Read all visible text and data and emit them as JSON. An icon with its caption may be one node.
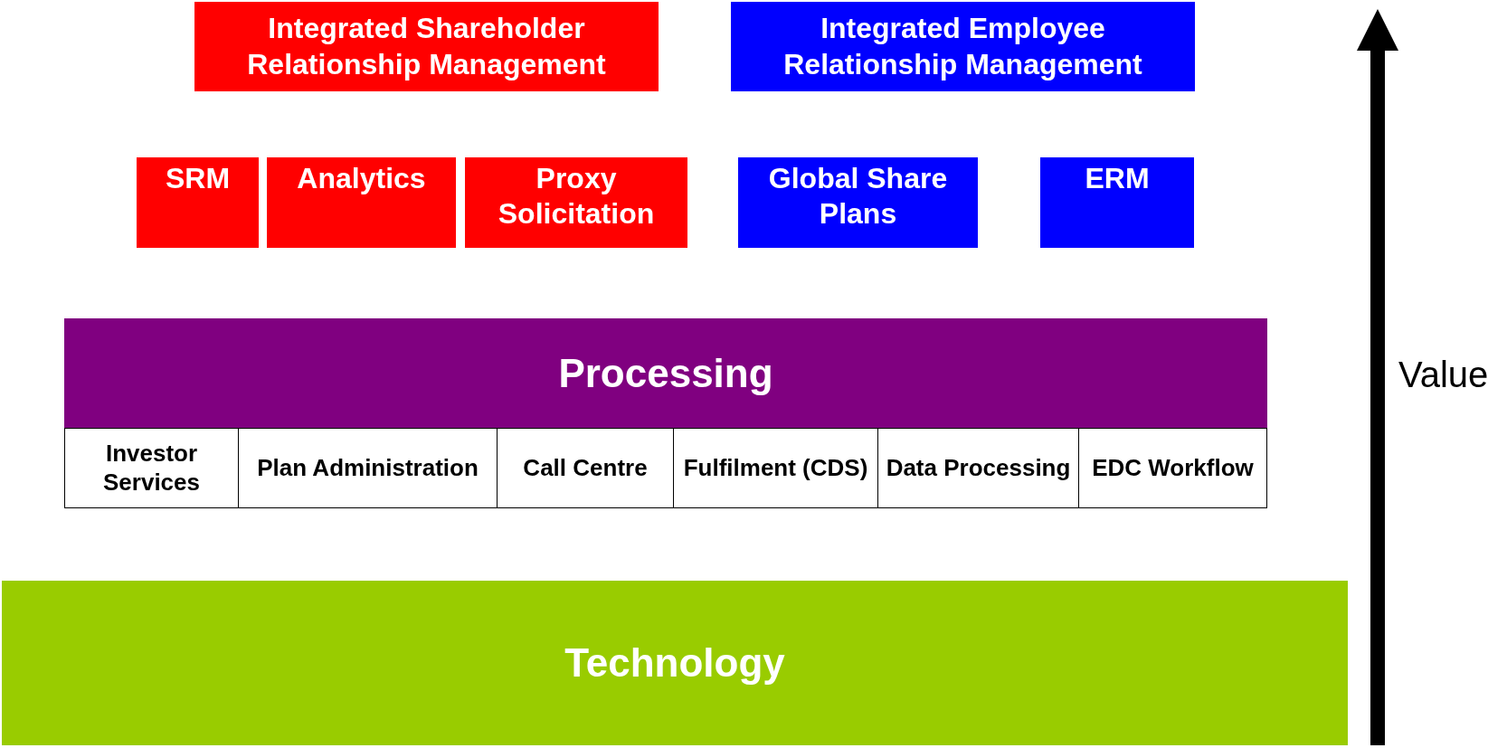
{
  "diagram": {
    "nodes": [
      {
        "text": [
          "Integrated Shareholder Relationship Management"
        ]
      },
      {
        "text": [
          "Integrated Employee Relationship Management"
        ]
      },
      {
        "text": [
          "SRM"
        ]
      },
      {
        "text": [
          "Analytics"
        ]
      },
      {
        "text": [
          "Proxy Solicitation"
        ]
      },
      {
        "text": [
          "Global Share Plans"
        ]
      },
      {
        "text": [
          "ERM"
        ]
      },
      {
        "text": [
          "Processing"
        ]
      },
      {
        "text": [
          "Investor Services"
        ]
      },
      {
        "text": [
          "Plan Administration"
        ]
      },
      {
        "text": [
          "Call Centre"
        ]
      },
      {
        "text": [
          "Fulfilment (CDS)"
        ]
      },
      {
        "text": [
          "Data Processing"
        ]
      },
      {
        "text": [
          "EDC Workflow"
        ]
      },
      {
        "text": [
          "Technology"
        ]
      }
    ],
    "labels": [
      "Value"
    ]
  }
}
